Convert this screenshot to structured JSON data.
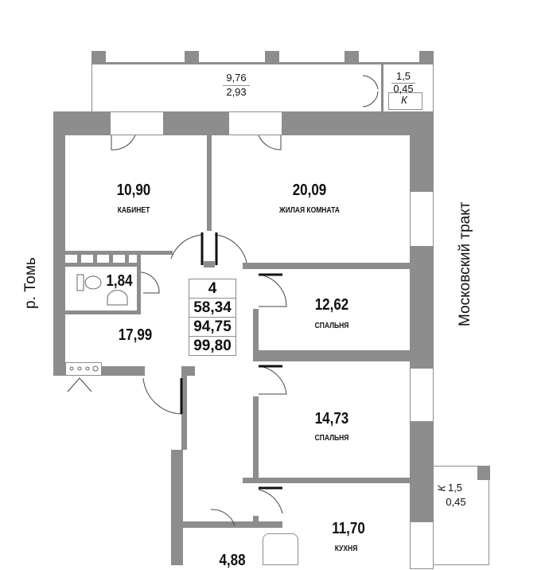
{
  "plan": {
    "rooms": [
      {
        "area": "10,90",
        "name": "КАБИНЕТ"
      },
      {
        "area": "20,09",
        "name": "ЖИЛАЯ КОМНАТА"
      },
      {
        "area": "12,62",
        "name": "СПАЛЬНЯ"
      },
      {
        "area": "14,73",
        "name": "СПАЛЬНЯ"
      },
      {
        "area": "11,70",
        "name": "КУХНЯ"
      },
      {
        "area": "1,84"
      },
      {
        "area": "17,99"
      },
      {
        "area": "4,88"
      }
    ],
    "balcony_top": {
      "area": "9,76",
      "reduced": "2,93"
    },
    "ac_top": {
      "area": "1,5",
      "reduced": "0,45",
      "mark": "К"
    },
    "ac_right": {
      "area": "1,5",
      "reduced": "0,45",
      "mark": "К"
    },
    "summary": {
      "rooms": "4",
      "living": "58,34",
      "total": "94,75",
      "total_with_balcony": "99,80"
    },
    "street_right": "Московский тракт",
    "river_left": "р. Томь"
  }
}
